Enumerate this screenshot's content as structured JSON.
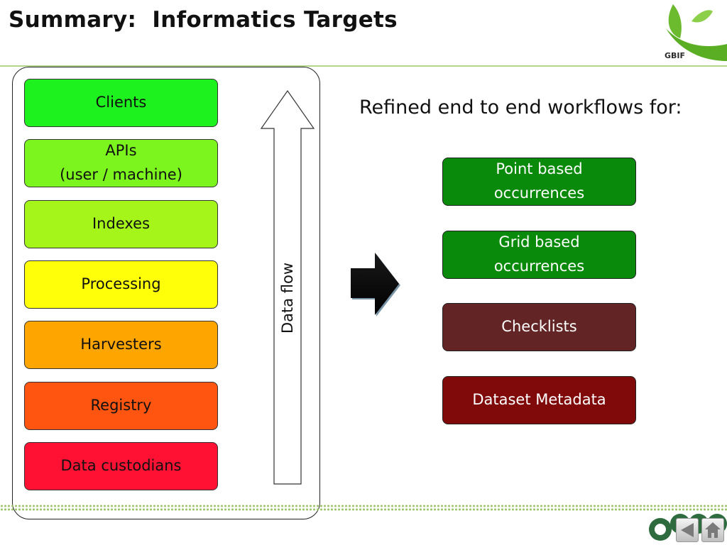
{
  "slide": {
    "title": "Summary:  Informatics Targets",
    "logo_text": "GBIF"
  },
  "stack": {
    "flow_label": "Data flow",
    "layers": [
      {
        "label": "Clients",
        "color": "#1ef21e"
      },
      {
        "label": "APIs\n(user / machine)",
        "color": "#7cf51e"
      },
      {
        "label": "Indexes",
        "color": "#a6f51a"
      },
      {
        "label": "Processing",
        "color": "#ffff0a"
      },
      {
        "label": "Harvesters",
        "color": "#ffa500"
      },
      {
        "label": "Registry",
        "color": "#ff5511"
      },
      {
        "label": "Data custodians",
        "color": "#ff1133"
      }
    ]
  },
  "workflows": {
    "heading": "Refined end to end workflows for:",
    "items": [
      {
        "label": "Point based\noccurrences",
        "color": "#0a8a0a"
      },
      {
        "label": "Grid based\noccurrences",
        "color": "#0a8a0a"
      },
      {
        "label": "Checklists",
        "color": "#622424"
      },
      {
        "label": "Dataset Metadata",
        "color": "#800a0a"
      }
    ]
  },
  "colors": {
    "rule": "#b5d48c",
    "footer_dots": "#9dc46a"
  }
}
